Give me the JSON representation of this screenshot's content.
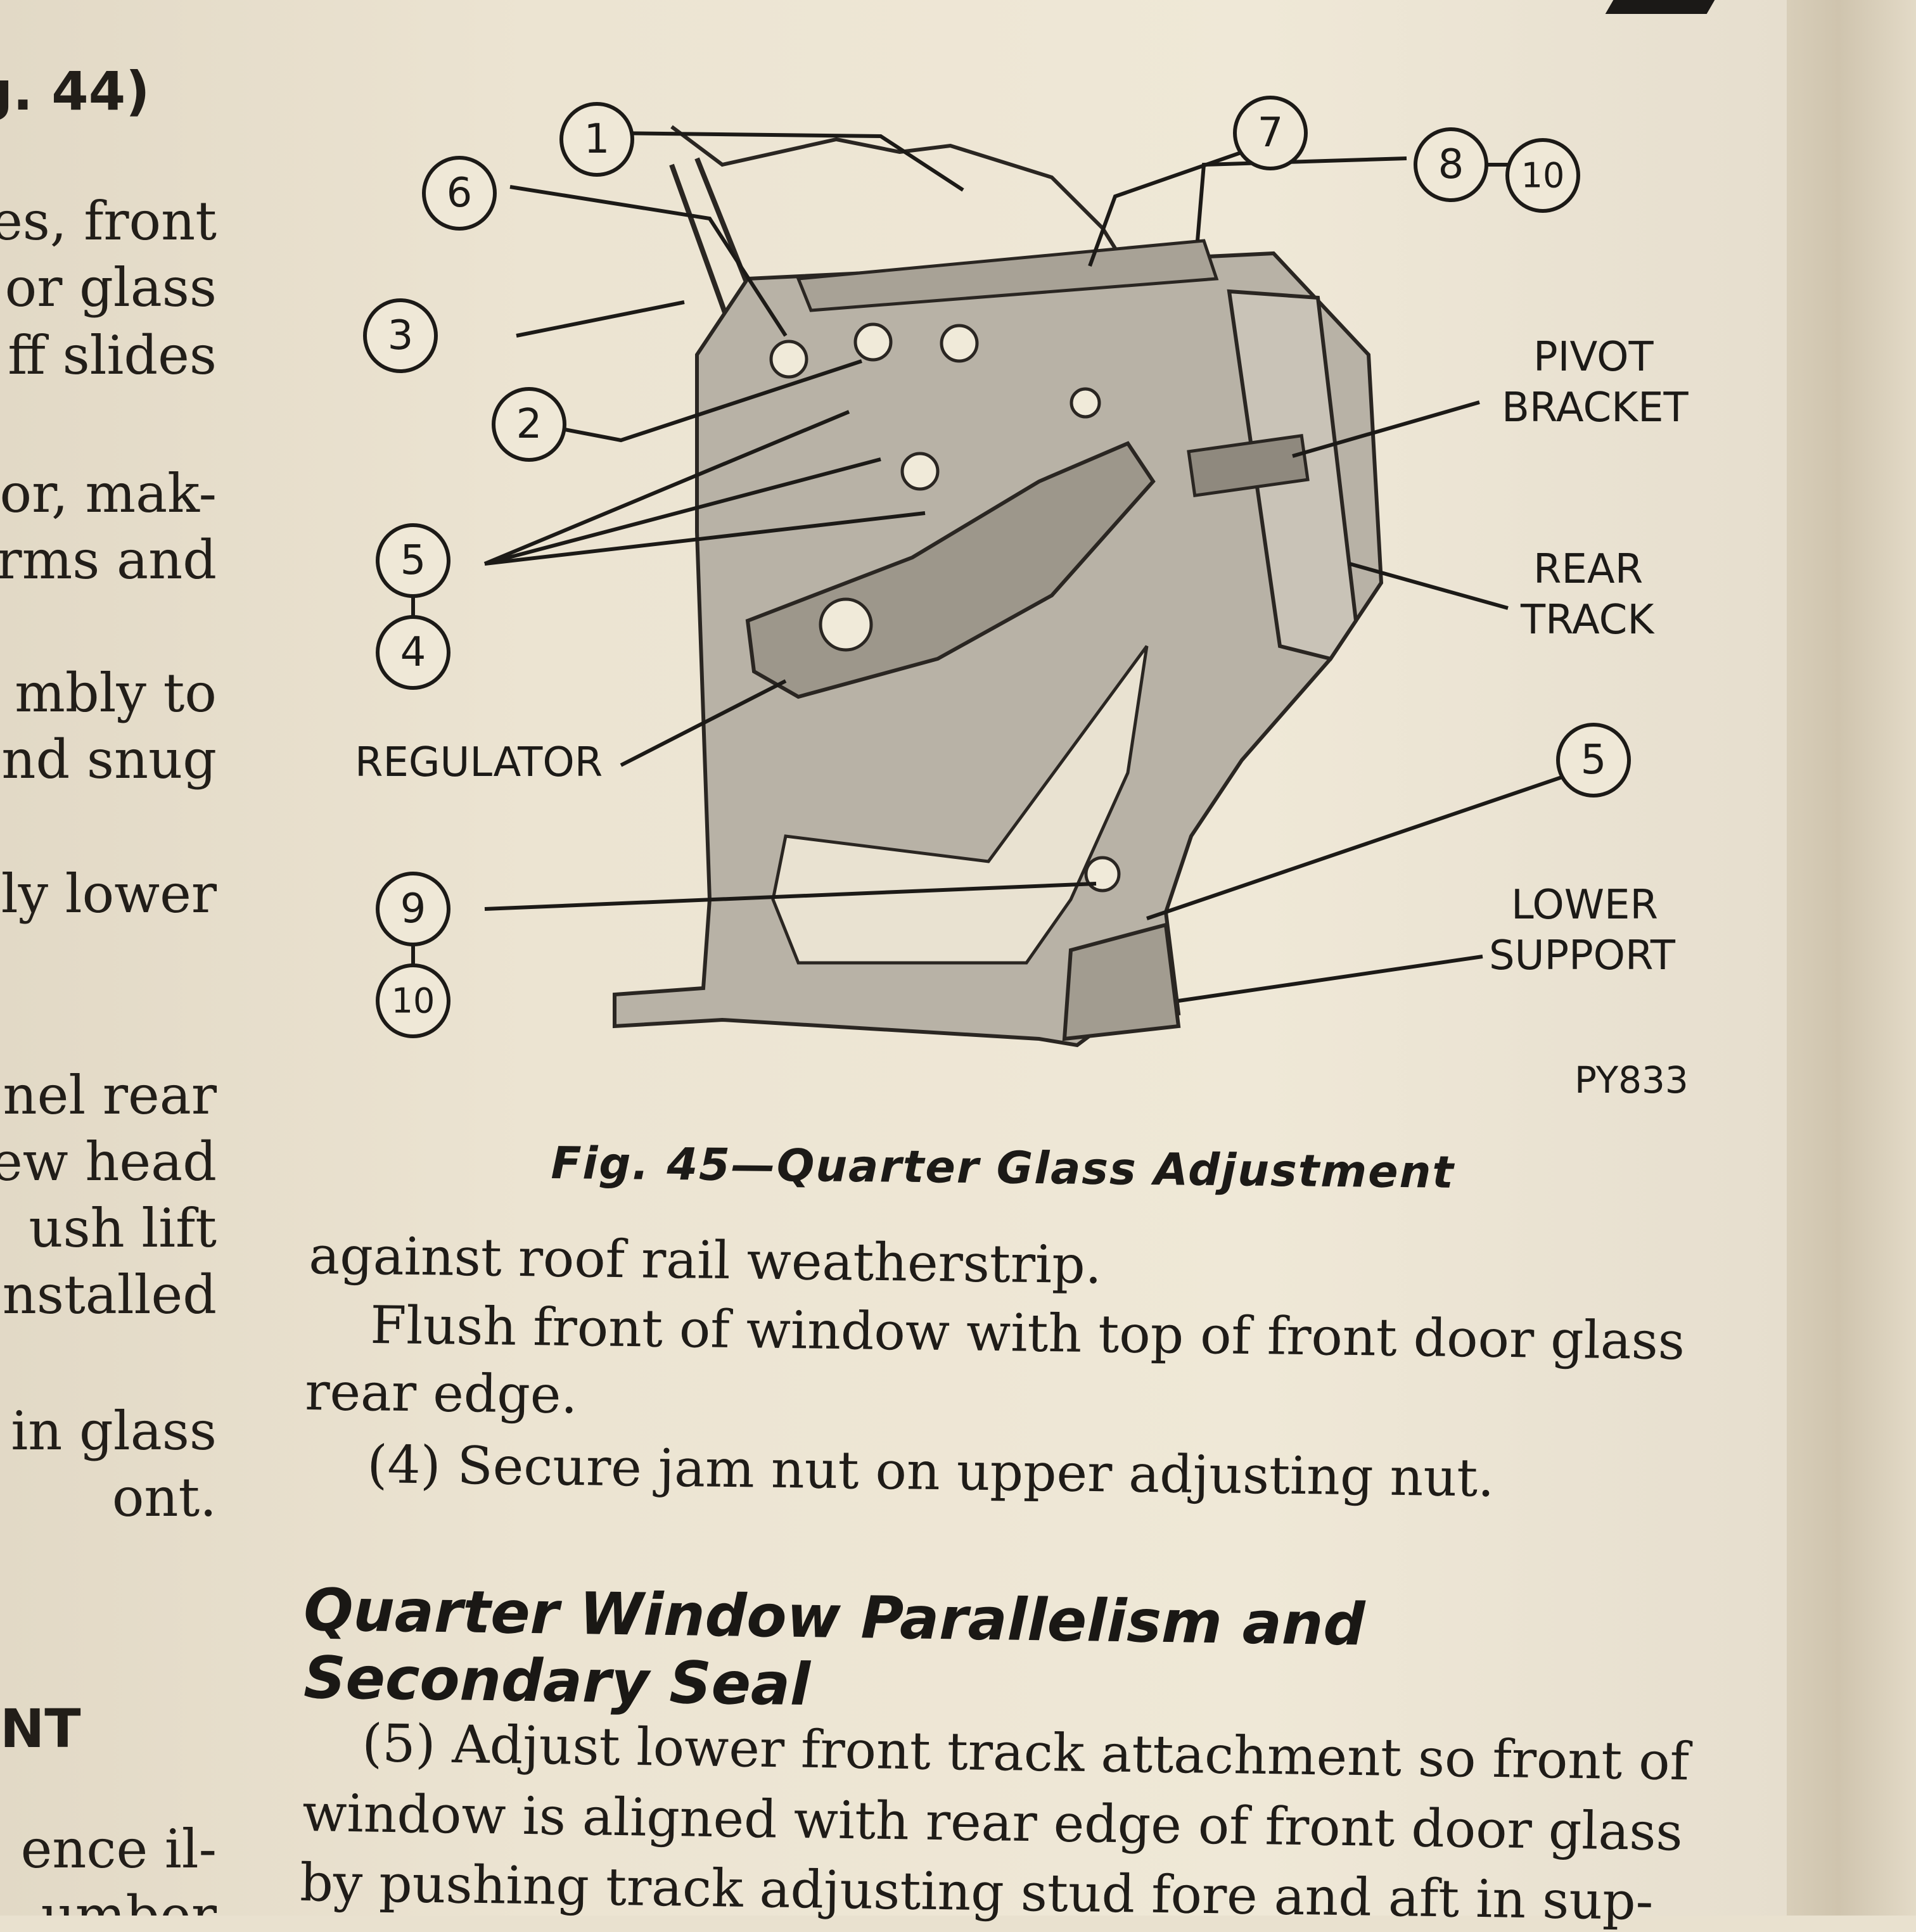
{
  "left_column": {
    "lines": [
      {
        "text": "g. 44)",
        "bold": true
      },
      {
        "text": "es,  front"
      },
      {
        "text": "or  glass"
      },
      {
        "text": "ff  slides"
      },
      {
        "text": "or, mak-"
      },
      {
        "text": "rms and"
      },
      {
        "text": "mbly  to"
      },
      {
        "text": "nd snug"
      },
      {
        "text": "ly lower"
      },
      {
        "text": "nel  rear"
      },
      {
        "text": "ew  head"
      },
      {
        "text": "ush  lift"
      },
      {
        "text": "nstalled"
      },
      {
        "text": "in glass"
      },
      {
        "text": "ont."
      },
      {
        "text": "NT",
        "bold": true
      },
      {
        "text": "ence il-"
      },
      {
        "text": "umber"
      }
    ]
  },
  "figure": {
    "callouts": [
      "1",
      "6",
      "3",
      "2",
      "5",
      "4",
      "7",
      "8",
      "10",
      "5",
      "9",
      "10"
    ],
    "labels": {
      "pivot_bracket": [
        "PIVOT",
        "BRACKET"
      ],
      "rear_track": [
        "REAR",
        "TRACK"
      ],
      "regulator": "REGULATOR",
      "lower_support": [
        "LOWER",
        "SUPPORT"
      ],
      "code": "PY833"
    },
    "caption": "Fig. 45—Quarter Glass Adjustment"
  },
  "body": {
    "lines": [
      "against roof rail weatherstrip.",
      "Flush front of window with top of front door glass",
      "rear edge.",
      "(4)  Secure jam nut on upper adjusting nut."
    ],
    "heading": [
      "Quarter Window Parallelism and",
      "Secondary Seal"
    ],
    "lines2": [
      "(5)  Adjust lower front track attachment so front of",
      "window is aligned with rear edge of front door glass",
      "by pushing track adjusting stud fore and aft in sup-"
    ]
  },
  "colors": {
    "paper": "#efe8d7",
    "ink": "#1f1c18",
    "panel_gray": "#b8b2a6"
  }
}
